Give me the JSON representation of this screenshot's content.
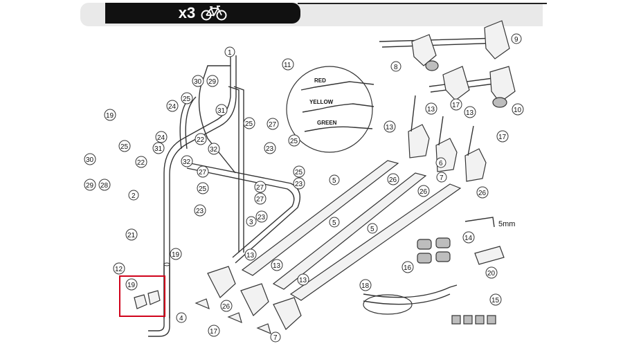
{
  "header": {
    "title": "x3",
    "icon": "bicycle-icon"
  },
  "highlight_color": "#d0021b",
  "strap_labels": {
    "red": "RED",
    "yellow": "YELLOW",
    "green": "GREEN"
  },
  "dimension": "5mm",
  "callouts": {
    "c1": "1",
    "c2": "2",
    "c3": "3",
    "c4": "4",
    "c5a": "5",
    "c5b": "5",
    "c5c": "5",
    "c6": "6",
    "c7a": "7",
    "c7b": "7",
    "c8": "8",
    "c9": "9",
    "c10": "10",
    "c11": "11",
    "c12": "12",
    "c13a": "13",
    "c13b": "13",
    "c13c": "13",
    "c13d": "13",
    "c13e": "13",
    "c13f": "13",
    "c14": "14",
    "c15": "15",
    "c16": "16",
    "c17a": "17",
    "c17b": "17",
    "c17c": "17",
    "c18": "18",
    "c19a": "19",
    "c19b": "19",
    "c19c": "19",
    "c20": "20",
    "c21": "21",
    "c22a": "22",
    "c22b": "22",
    "c23a": "23",
    "c23b": "23",
    "c23c": "23",
    "c23d": "23",
    "c24a": "24",
    "c24b": "24",
    "c25a": "25",
    "c25b": "25",
    "c25c": "25",
    "c25d": "25",
    "c25e": "25",
    "c25f": "25",
    "c26a": "26",
    "c26b": "26",
    "c26c": "26",
    "c26d": "26",
    "c27a": "27",
    "c27b": "27",
    "c27c": "27",
    "c27d": "27",
    "c28": "28",
    "c29a": "29",
    "c29b": "29",
    "c30a": "30",
    "c30b": "30",
    "c31a": "31",
    "c31b": "31",
    "c32a": "32",
    "c32b": "32"
  }
}
